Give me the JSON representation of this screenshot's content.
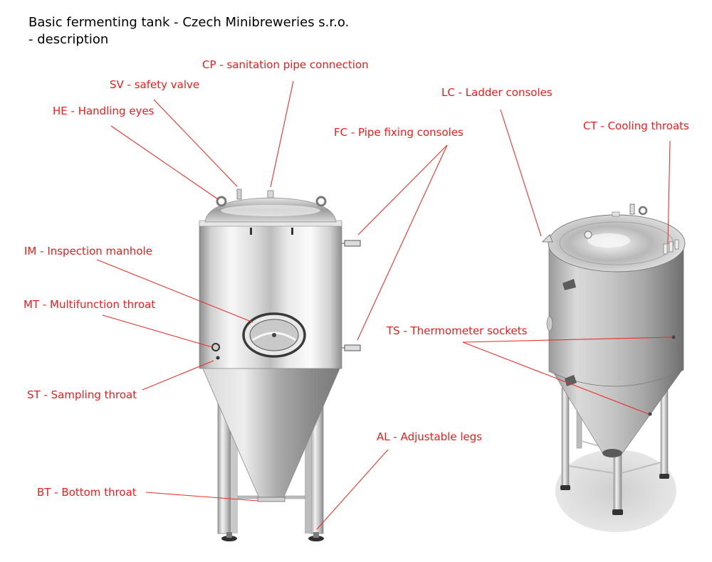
{
  "title": {
    "line1": "Basic fermenting tank - Czech Minibreweries s.r.o.",
    "line2": "- description"
  },
  "colors": {
    "label": "#ee1c1c",
    "leader": "#e8322c",
    "steel_light": "#f4f4f4",
    "steel_mid": "#bdbdbd",
    "steel_dark": "#6e6e6e",
    "shadow": "#d9d9d9"
  },
  "labels": {
    "cp": "CP - sanitation pipe connection",
    "sv": "SV - safety valve",
    "he": "HE - Handling eyes",
    "lc": "LC - Ladder consoles",
    "ct": "CT - Cooling throats",
    "fc": "FC - Pipe fixing consoles",
    "im": "IM - Inspection manhole",
    "mt": "MT - Multifunction throat",
    "ts": "TS - Thermometer sockets",
    "st": "ST - Sampling throat",
    "al": "AL - Adjustable legs",
    "bt": "BT - Bottom throat"
  }
}
